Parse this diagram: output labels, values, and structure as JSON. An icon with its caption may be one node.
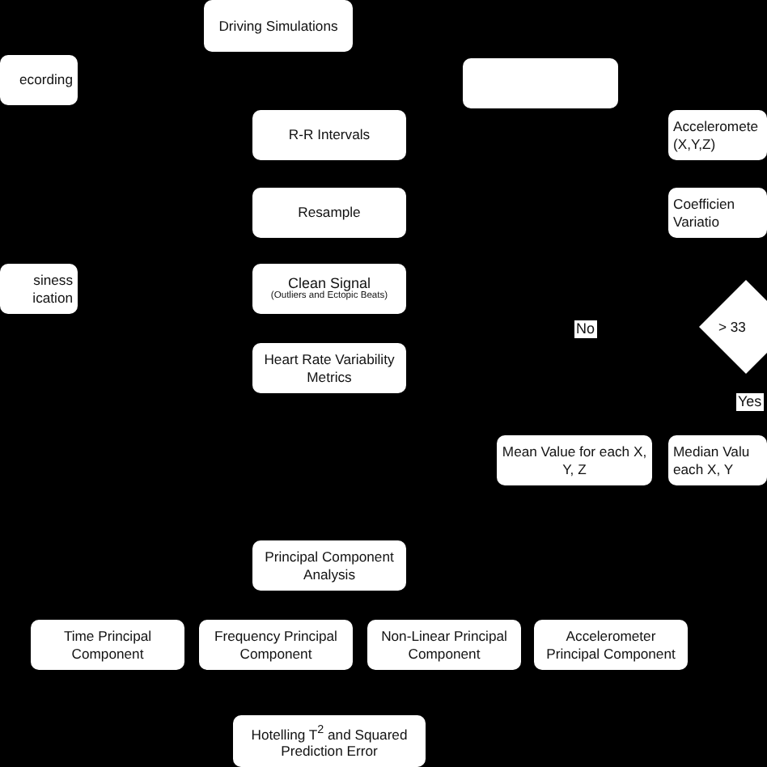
{
  "diagram": {
    "nodes": [
      {
        "text": [
          "Driving Simulations"
        ]
      },
      {
        "text": [
          "ecording"
        ]
      },
      {
        "text": [],
        "shape": "box"
      },
      {
        "text": [
          "R-R Intervals"
        ]
      },
      {
        "text": [
          "Acceleromete (X,Y,Z)"
        ]
      },
      {
        "text": [
          "Resample"
        ]
      },
      {
        "text": [
          "Coefficien Variatio"
        ]
      },
      {
        "text": [
          "siness ication"
        ]
      },
      {
        "text": [
          "Clean Signal",
          "(Outliers and Ectopic Beats)"
        ]
      },
      {
        "text": [
          "> 33"
        ]
      },
      {
        "text": [
          "Heart Rate Variability Metrics"
        ]
      },
      {
        "text": [
          "Mean Value for each X, Y, Z"
        ]
      },
      {
        "text": [
          "Median Valu each X, Y"
        ]
      },
      {
        "text": [
          "Principal Component Analysis"
        ]
      },
      {
        "text": [
          "Time Principal Component"
        ]
      },
      {
        "text": [
          "Frequency Principal Component"
        ]
      },
      {
        "text": [
          "Non-Linear Principal Component"
        ]
      },
      {
        "text": [
          "Accelerometer Principal Component"
        ]
      },
      {
        "text": [
          "Hotelling T$^{2}$ and Squared Prediction Error"
        ]
      }
    ],
    "labels": [
      "No",
      "Yes"
    ]
  }
}
